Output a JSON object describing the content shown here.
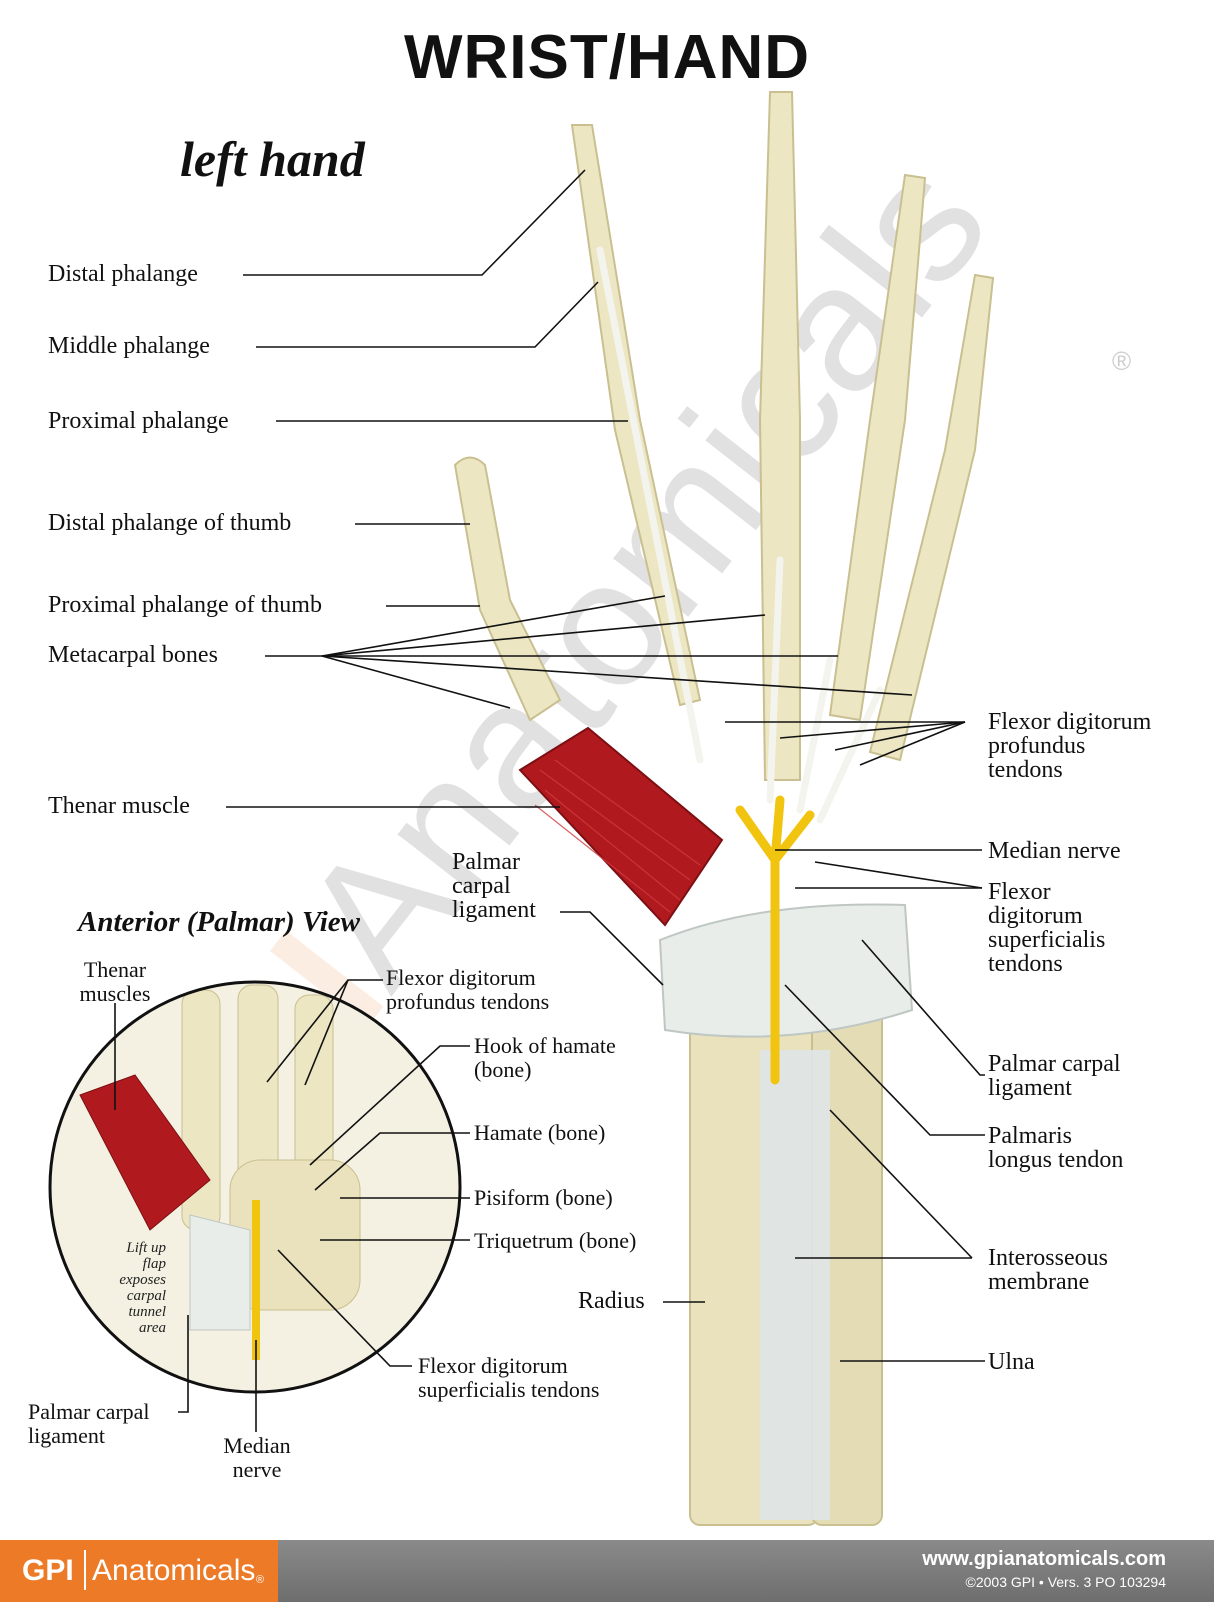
{
  "title": "WRIST/HAND",
  "subtitle": "left hand",
  "inset_title": "Anterior (Palmar) View",
  "labels": {
    "distal_phalange": "Distal phalange",
    "middle_phalange": "Middle phalange",
    "proximal_phalange": "Proximal phalange",
    "distal_phalange_thumb": "Distal phalange of thumb",
    "proximal_phalange_thumb": "Proximal phalange of thumb",
    "metacarpal_bones": "Metacarpal bones",
    "thenar_muscle": "Thenar muscle",
    "palmar_carpal_ligament_main": "Palmar\ncarpal\nligament",
    "flexor_profundus_right": "Flexor digitorum\nprofundus\ntendons",
    "median_nerve_right": "Median nerve",
    "flexor_superficialis_right": "Flexor\ndigitorum\nsuperficialis\ntendons",
    "palmar_carpal_ligament_right": "Palmar carpal\nligament",
    "palmaris_longus": "Palmaris\nlongus tendon",
    "interosseous": "Interosseous\nmembrane",
    "ulna": "Ulna",
    "radius": "Radius"
  },
  "inset_labels": {
    "thenar_muscles": "Thenar\nmuscles",
    "flexor_profundus": "Flexor digitorum\nprofundus tendons",
    "hook_of_hamate": "Hook of hamate\n(bone)",
    "hamate": "Hamate (bone)",
    "pisiform": "Pisiform (bone)",
    "triquetrum": "Triquetrum (bone)",
    "flexor_superficialis": "Flexor digitorum\nsuperficialis tendons",
    "palmar_carpal_ligament": "Palmar carpal\nligament",
    "median_nerve": "Median\nnerve",
    "flap_note": "Lift up\nflap\nexposes\ncarpal\ntunnel\narea"
  },
  "watermark": {
    "brand": "GPI",
    "name": "Anatomicals",
    "reg": "®"
  },
  "footer": {
    "logo_gpi": "GPI",
    "logo_name": "Anatomicals",
    "logo_reg": "®",
    "url": "www.gpianatomicals.com",
    "copyright": "©2003 GPI • Vers. 3 PO 103294"
  },
  "colors": {
    "bone": "#ece6c3",
    "bone_shade": "#d9d0a3",
    "muscle": "#b01a1f",
    "nerve": "#f1c40f",
    "ligament": "#e6ece9",
    "accent": "#ec7a27"
  }
}
